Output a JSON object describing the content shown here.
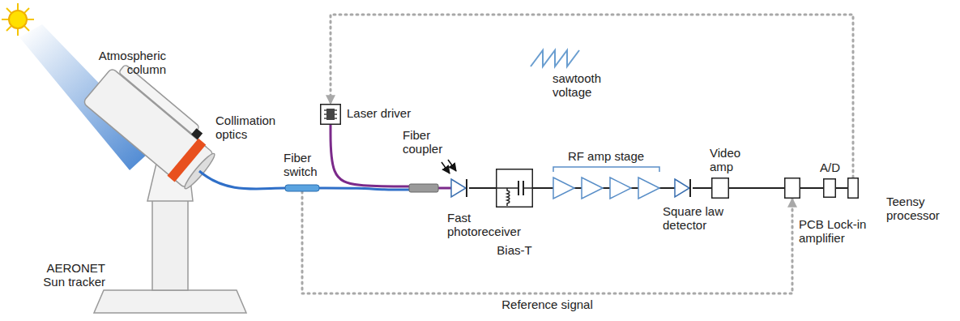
{
  "diagram": {
    "nodes": [
      {
        "text": [
          "Laser driver"
        ]
      },
      {
        "text": [
          "Fiber switch"
        ]
      },
      {
        "text": [
          "Fiber coupler"
        ]
      },
      {
        "text": [
          "Fast photoreceiver"
        ]
      },
      {
        "text": [
          "Bias-T"
        ]
      },
      {
        "text": [
          "Square law detector"
        ]
      },
      {
        "text": [
          "Video amp"
        ]
      },
      {
        "text": [
          "PCB Lock-in amplifier"
        ]
      },
      {
        "text": [
          "A/D"
        ]
      },
      {
        "text": [
          "Teensy processor"
        ]
      }
    ],
    "edges": [
      {
        "from": 0,
        "to": 2,
        "arrow": "none"
      },
      {
        "from": 1,
        "to": 2,
        "arrow": "none"
      },
      {
        "from": 2,
        "to": 3,
        "arrow": "none"
      },
      {
        "from": 3,
        "to": 4,
        "arrow": "none"
      },
      {
        "from": 4,
        "to": 5,
        "arrow": "none"
      },
      {
        "from": 5,
        "to": 6,
        "arrow": "none"
      },
      {
        "from": 6,
        "to": 7,
        "arrow": "none"
      },
      {
        "from": 7,
        "to": 8,
        "arrow": "none"
      },
      {
        "from": 8,
        "to": 9,
        "arrow": "none"
      },
      {
        "from": 9,
        "to": 0,
        "arrow": "to"
      },
      {
        "from": 1,
        "to": 7,
        "label": "Reference signal",
        "arrow": "to"
      }
    ],
    "labels": [
      "Atmospheric column",
      "Collimation optics",
      "AERONET Sun tracker",
      "sawtooth voltage",
      "RF amp stage"
    ]
  }
}
